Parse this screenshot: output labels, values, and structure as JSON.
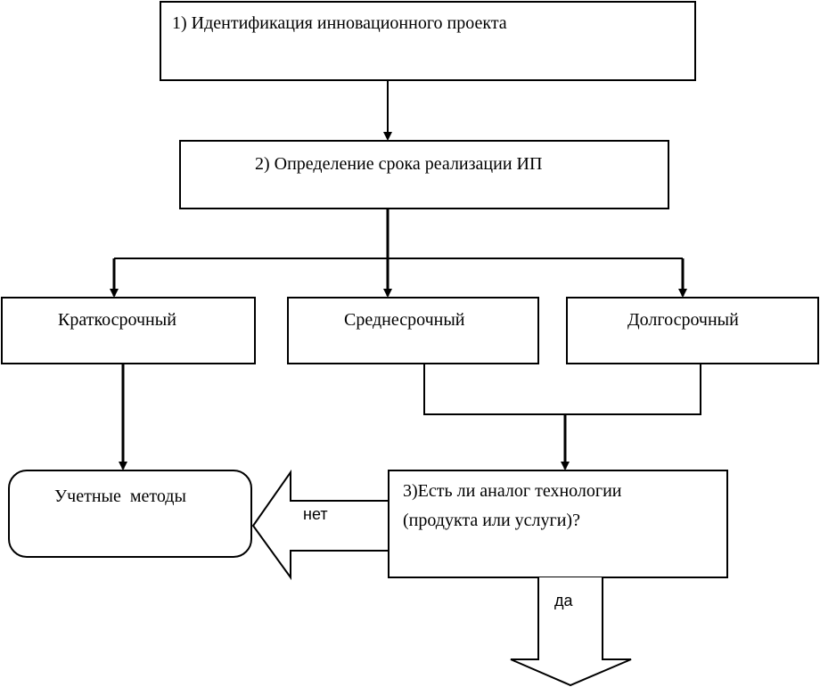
{
  "steps": {
    "step1": "1) Идентификация инновационного проекта",
    "step2": "2) Определение срока реализации ИП",
    "step3_line1": "3)Есть ли аналог технологии",
    "step3_line2": "(продукта или услуги)?"
  },
  "terms": {
    "short": "Краткосрочный",
    "medium": "Среднесрочный",
    "long": "Долгосрочный"
  },
  "result": {
    "accounting": "Учетные  методы"
  },
  "branches": {
    "no": "нет",
    "yes": "да"
  }
}
